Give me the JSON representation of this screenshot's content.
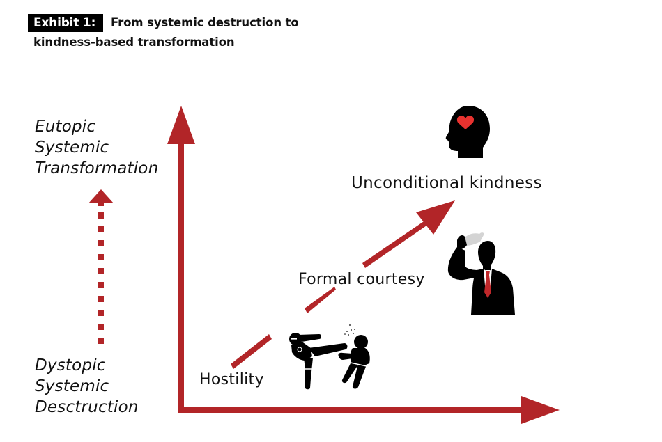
{
  "exhibit": {
    "badge": "Exhibit 1:",
    "title_line1": "From systemic destruction to",
    "title_line2": "kindness-based transformation"
  },
  "axis_labels": {
    "top": [
      "Eutopic",
      "Systemic",
      "Transformation"
    ],
    "bottom": [
      "Dystopic",
      "Systemic",
      "Desctruction"
    ]
  },
  "stages": [
    {
      "label": "Hostility",
      "icon": "fighting-figures-icon"
    },
    {
      "label": "Formal courtesy",
      "icon": "hat-tipping-businessman-icon"
    },
    {
      "label": "Unconditional kindness",
      "icon": "head-with-heart-icon"
    }
  ],
  "colors": {
    "arrow_red": "#b22528",
    "heart_red": "#e8322f",
    "tie_red": "#c0282b",
    "hat_gray": "#d4d4d4",
    "ink": "#111111"
  }
}
